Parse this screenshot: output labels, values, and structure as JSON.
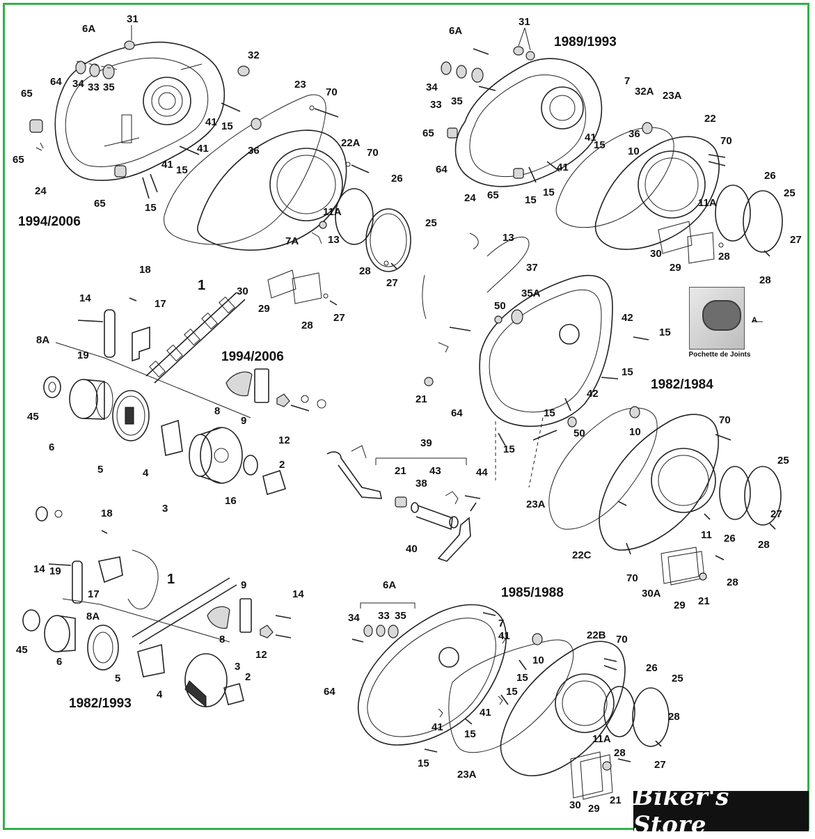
{
  "year_labels": {
    "y1994_2006_top": "1994/2006",
    "y1989_1993": "1989/1993",
    "y1994_2006_chain": "1994/2006",
    "y1982_1984": "1982/1984",
    "y1985_1988": "1985/1988",
    "y1982_1993": "1982/1993"
  },
  "gasket_kit": {
    "caption": "Pochette de Joints",
    "ref": "A"
  },
  "brand": {
    "name": "Biker's Store"
  },
  "colors": {
    "frame": "#2fb34a",
    "brand_bg": "#111111"
  },
  "callouts": {
    "p01": "31",
    "p02": "6A",
    "p03": "32",
    "p04": "34",
    "p05": "33",
    "p06": "35",
    "p07": "64",
    "p08": "65",
    "p09": "23",
    "p10": "70",
    "p11": "15",
    "p12": "41",
    "p13": "41",
    "p14": "36",
    "p15": "22A",
    "p16": "65",
    "p17": "41",
    "p18": "15",
    "p19": "70",
    "p20": "24",
    "p21": "65",
    "p22": "15",
    "p23": "26",
    "p24": "11A",
    "p25": "25",
    "p26": "7A",
    "p27": "13",
    "p28": "28",
    "p29": "27",
    "q01": "31",
    "q02": "6A",
    "q03": "34",
    "q04": "33",
    "q05": "35",
    "q06": "7",
    "q07": "32A",
    "q08": "23A",
    "q09": "65",
    "q10": "41",
    "q11": "36",
    "q12": "22",
    "q13": "15",
    "q14": "10",
    "q15": "70",
    "q16": "64",
    "q17": "41",
    "q18": "24",
    "q19": "65",
    "q20": "15",
    "q21": "15",
    "q22": "26",
    "q23": "25",
    "q24": "11A",
    "q25": "30",
    "q26": "28",
    "q27": "29",
    "q28": "27",
    "q29": "28",
    "r01": "1",
    "r02": "18",
    "r03": "14",
    "r04": "17",
    "r05": "30",
    "r06": "29",
    "r07": "28",
    "r08": "27",
    "r09": "8A",
    "r10": "19",
    "r11": "45",
    "r12": "6",
    "r13": "5",
    "r14": "8",
    "r15": "9",
    "r16": "12",
    "r17": "4",
    "r18": "2",
    "r19": "3",
    "r20": "16",
    "s01": "13",
    "s02": "37",
    "s03": "35A",
    "s04": "50",
    "s05": "42",
    "s06": "15",
    "s07": "15",
    "s08": "21",
    "s09": "42",
    "s10": "64",
    "s11": "15",
    "s12": "10",
    "s13": "50",
    "s14": "15",
    "s15": "70",
    "t01": "39",
    "t02": "21",
    "t03": "43",
    "t04": "44",
    "t05": "38",
    "t06": "40",
    "u01": "25",
    "u02": "23A",
    "u03": "27",
    "u04": "11",
    "u05": "26",
    "u06": "28",
    "u07": "22C",
    "u08": "70",
    "u09": "28",
    "u10": "30A",
    "u11": "29",
    "u12": "21",
    "v01": "18",
    "v02": "14",
    "v03": "19",
    "v04": "1",
    "v05": "17",
    "v06": "8A",
    "v07": "9",
    "v08": "14",
    "v09": "45",
    "v10": "6",
    "v11": "8",
    "v12": "12",
    "v13": "5",
    "v14": "4",
    "v15": "3",
    "v16": "2",
    "w01": "6A",
    "w02": "34",
    "w03": "33",
    "w04": "35",
    "w05": "7",
    "w06": "41",
    "w07": "22B",
    "w08": "70",
    "w09": "10",
    "w10": "26",
    "w11": "25",
    "w12": "15",
    "w13": "64",
    "w14": "15",
    "w15": "41",
    "w16": "41",
    "w17": "15",
    "w18": "28",
    "w19": "11A",
    "w20": "15",
    "w21": "23A",
    "w22": "28",
    "w23": "27",
    "w24": "30",
    "w25": "29",
    "w26": "21"
  }
}
